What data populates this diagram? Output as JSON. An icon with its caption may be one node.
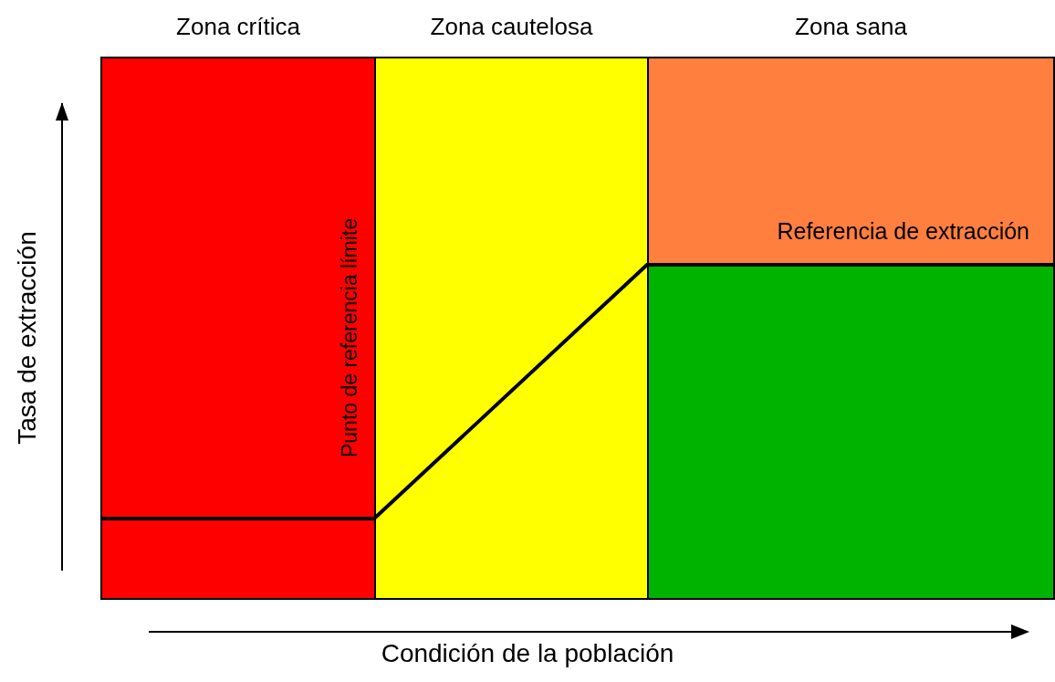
{
  "diagram": {
    "nodes": [
      {
        "text": [
          "Zona crítica"
        ]
      },
      {
        "text": [
          "Zona cautelosa"
        ]
      },
      {
        "text": [
          "Zona sana",
          "Referencia de extracción"
        ]
      },
      {
        "text": [],
        "shape": "box"
      }
    ],
    "labels": [
      "Punto de referencia límite",
      "Tasa de extracción",
      "Condición de la población"
    ]
  }
}
